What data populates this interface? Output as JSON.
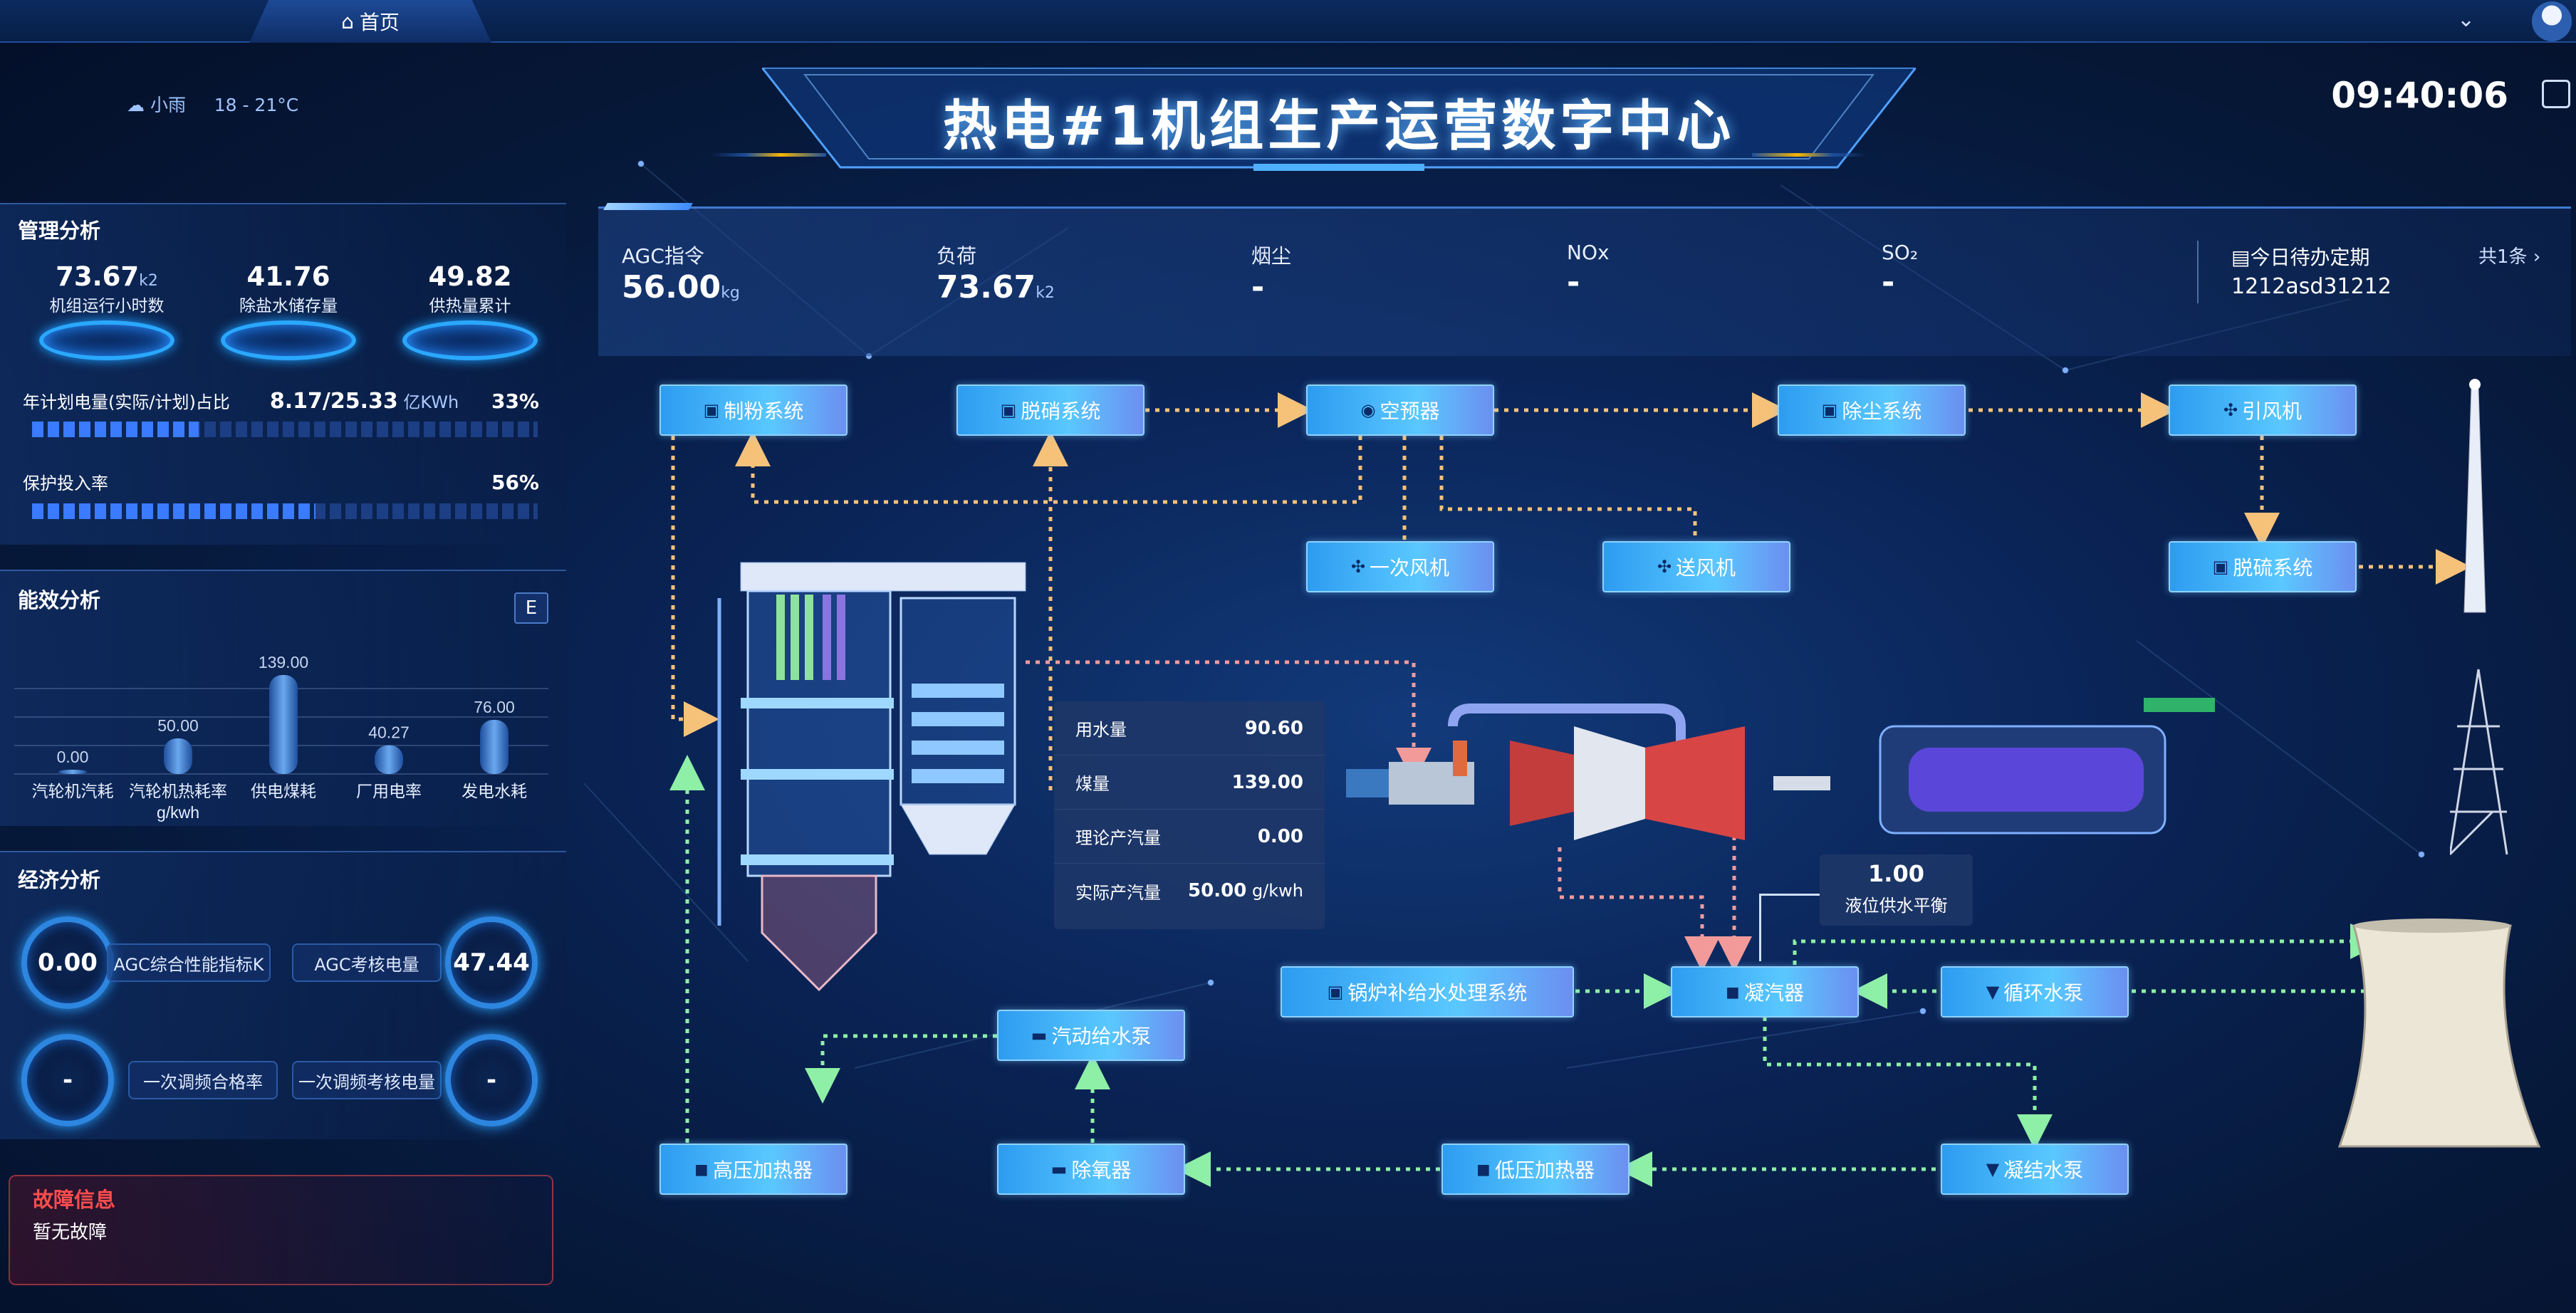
{
  "topbar": {
    "home_label": "首页"
  },
  "header": {
    "title": "热电#1机组生产运营数字中心",
    "clock": "09:40:06",
    "weather": "小雨",
    "temp": "18 - 21°C"
  },
  "management": {
    "title": "管理分析",
    "kpis": [
      {
        "value": "73.67",
        "unit": "k2",
        "label": "机组运行小时数"
      },
      {
        "value": "41.76",
        "unit": "",
        "label": "除盐水储存量"
      },
      {
        "value": "49.82",
        "unit": "",
        "label": "供热量累计"
      }
    ],
    "plan": {
      "label": "年计划电量(实际/计划)占比",
      "value": "8.17/25.33",
      "unit": "亿KWh",
      "percent_text": "33%",
      "percent": 33
    },
    "protect": {
      "label": "保护投入率",
      "percent_text": "56%",
      "percent": 56
    }
  },
  "energy": {
    "title": "能效分析",
    "badge": "E",
    "chart_data": {
      "type": "bar",
      "categories": [
        "汽轮机汽耗",
        "汽轮机热耗率",
        "供电煤耗",
        "厂用电率",
        "发电水耗"
      ],
      "values": [
        0.0,
        50.0,
        139.0,
        40.27,
        76.0
      ],
      "value_labels": [
        "0.00",
        "50.00",
        "139.00",
        "40.27",
        "76.00"
      ],
      "xlabel_extra": "g/kwh",
      "grid": true
    }
  },
  "economy": {
    "title": "经济分析",
    "items": [
      {
        "value": "0.00",
        "label": "AGC综合性能指标K"
      },
      {
        "value": "47.44",
        "label": "AGC考核电量"
      },
      {
        "value": "-",
        "label": "一次调频合格率"
      },
      {
        "value": "-",
        "label": "一次调频考核电量"
      }
    ]
  },
  "fault": {
    "title": "故障信息",
    "text": "暂无故障"
  },
  "metrics": [
    {
      "label": "AGC指令",
      "value": "56.00",
      "unit": "kg"
    },
    {
      "label": "负荷",
      "value": "73.67",
      "unit": "k2"
    },
    {
      "label": "烟尘",
      "value": "-",
      "unit": ""
    },
    {
      "label": "NOx",
      "value": "-",
      "unit": ""
    },
    {
      "label": "SO₂",
      "value": "-",
      "unit": ""
    }
  ],
  "todo": {
    "label": "今日待办定期",
    "count": "共1条",
    "item": "1212asd31212"
  },
  "nodes": {
    "pulverizer": "制粉系统",
    "denitration": "脱硝系统",
    "air_preheater": "空预器",
    "dust": "除尘系统",
    "induced_fan": "引风机",
    "primary_fan": "一次风机",
    "forced_fan": "送风机",
    "desulfurization": "脱硫系统",
    "makeup_water": "锅炉补给水处理系统",
    "condenser": "凝汽器",
    "circ_pump": "循环水泵",
    "feed_pump": "汽动给水泵",
    "hp_heater": "高压加热器",
    "deaerator": "除氧器",
    "lp_heater": "低压加热器",
    "condensate_pump": "凝结水泵"
  },
  "infobox": [
    {
      "label": "用水量",
      "value": "90.60",
      "unit": ""
    },
    {
      "label": "煤量",
      "value": "139.00",
      "unit": ""
    },
    {
      "label": "理论产汽量",
      "value": "0.00",
      "unit": ""
    },
    {
      "label": "实际产汽量",
      "value": "50.00",
      "unit": "g/kwh"
    }
  ],
  "level": {
    "value": "1.00",
    "label": "液位供水平衡"
  },
  "colors": {
    "steam_line": "#f6c27a",
    "water_line": "#8ef0a6",
    "hot_line": "#f29a9a",
    "node_border": "#8fd2ff",
    "accent": "#2aa8ff",
    "fault_title": "#ff4d4d"
  }
}
